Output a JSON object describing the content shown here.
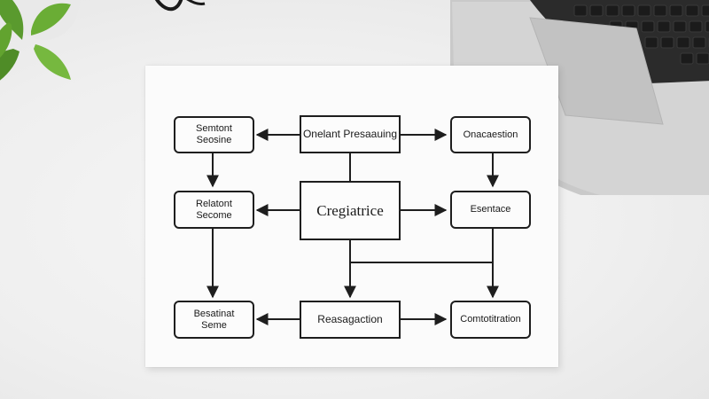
{
  "diagram": {
    "nodes": {
      "top_left": "Semtont\nSeosine",
      "top_center": "Onelant Presaauing",
      "top_right": "Onacaestion",
      "mid_left": "Relatont\nSecome",
      "mid_center": "Cregiatrice",
      "mid_right": "Esentace",
      "bottom_left": "Besatinat\nSeme",
      "bottom_center": "Reasagaction",
      "bottom_right": "Comtotitration"
    }
  }
}
